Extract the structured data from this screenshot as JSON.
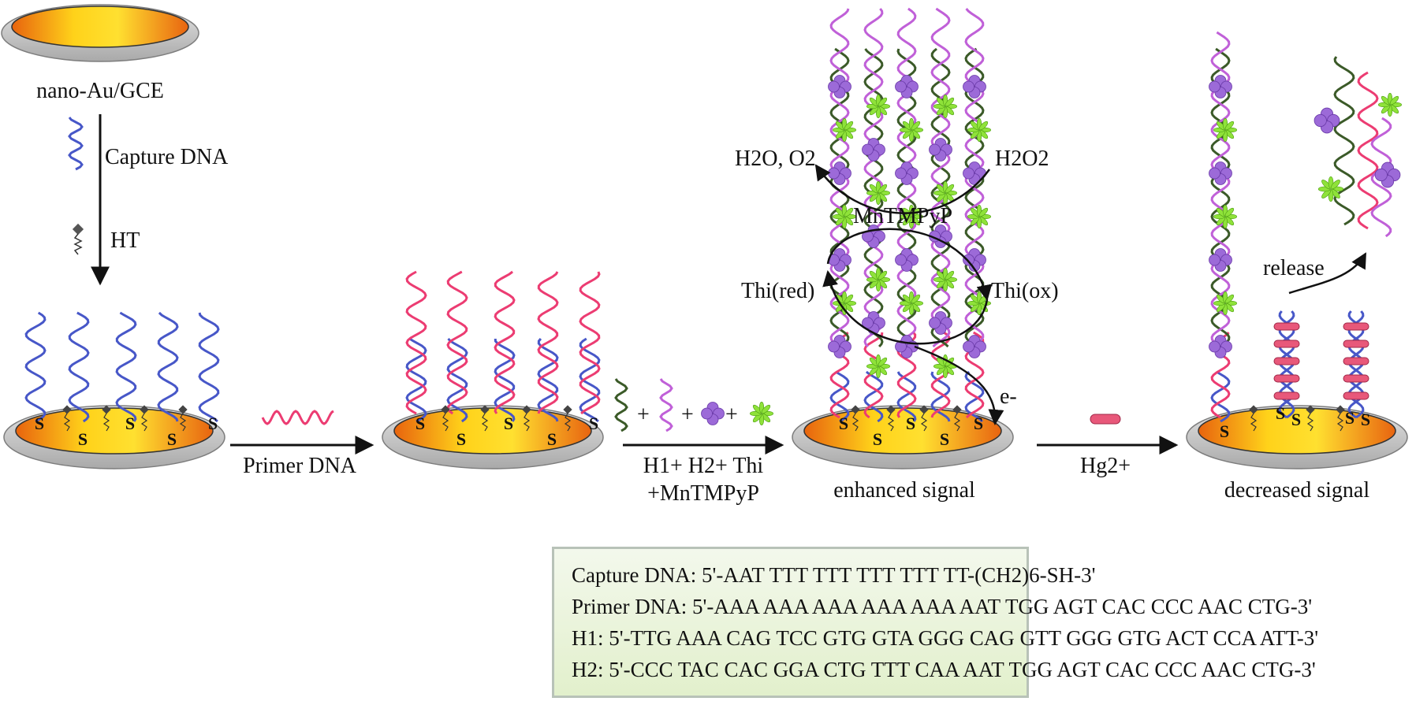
{
  "colors": {
    "capture_dna": "#4757c8",
    "primer_dna": "#ec3c72",
    "h1": "#3b5a28",
    "h2": "#c060d8",
    "mntmpyp": "#9c6ad8",
    "thionine": "#8fe23a",
    "hg_ion": "#e8587a",
    "electrode_rim": "#c6c6c6"
  },
  "labels": {
    "electrode": "nano-Au/GCE",
    "capture": "Capture DNA",
    "ht": "HT",
    "primer": "Primer DNA",
    "reagents_1": "H1+ H2+ Thi",
    "reagents_2": "+MnTMPyP",
    "enhanced": "enhanced signal",
    "decreased": "decreased signal",
    "products": "H2O, O2",
    "peroxide": "H2O2",
    "catalyst": "MnTMPyP",
    "thi_red": "Thi(red)",
    "thi_ox": "Thi(ox)",
    "electron": "e-",
    "mercury": "Hg2+",
    "release": "release",
    "thiol": "S",
    "plus": "+"
  },
  "sequences": {
    "capture_name": "Capture DNA",
    "capture_seq": ": 5'-AAT TTT TTT TTT TTT TT-(CH2)6-SH-3'",
    "primer_name": "Primer DNA",
    "primer_seq": ": 5'-AAA AAA AAA AAA AAA AAT TGG AGT CAC CCC AAC CTG-3'",
    "h1_name": "H1",
    "h1_seq": ": 5'-TTG AAA CAG TCC GTG GTA GGG CAG GTT GGG GTG ACT CCA ATT-3'",
    "h2_name": "H2",
    "h2_seq": ": 5'-CCC TAC CAC GGA CTG TTT CAA AAT TGG AGT CAC CCC AAC CTG-3'"
  }
}
